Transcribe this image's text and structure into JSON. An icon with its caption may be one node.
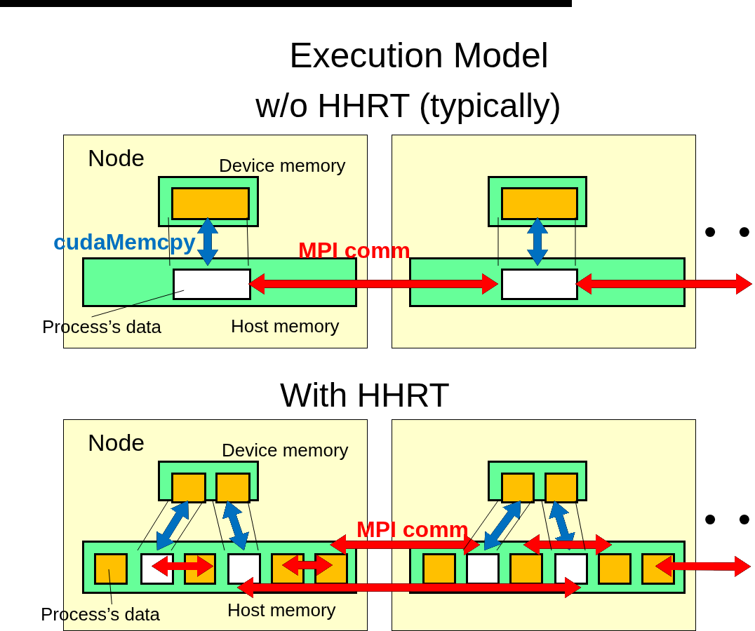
{
  "diagram": {
    "title": "Execution Model",
    "nodes": [
      {
        "text": [
          "Node"
        ]
      },
      {
        "text": [
          "Device memory"
        ],
        "in": 0
      },
      {
        "text": [],
        "shape": "box",
        "in": 1
      },
      {
        "text": [
          "Host memory"
        ],
        "in": 0
      },
      {
        "text": [],
        "shape": "box",
        "in": 3
      },
      {
        "text": [
          "Process’s data"
        ]
      },
      {
        "text": [],
        "shape": "box"
      },
      {
        "text": [],
        "shape": "box",
        "in": 6
      },
      {
        "text": [],
        "shape": "box",
        "in": 7
      },
      {
        "text": [],
        "shape": "box",
        "in": 6
      },
      {
        "text": [],
        "shape": "box",
        "in": 9
      },
      {
        "text": [
          "Node"
        ]
      },
      {
        "text": [
          "Device memory"
        ],
        "in": 11
      },
      {
        "text": [],
        "shape": "box",
        "in": 12
      },
      {
        "text": [],
        "shape": "box",
        "in": 12
      },
      {
        "text": [
          "Host memory"
        ],
        "in": 11
      },
      {
        "text": [],
        "shape": "box",
        "in": 15
      },
      {
        "text": [],
        "shape": "box",
        "in": 15
      },
      {
        "text": [],
        "shape": "box",
        "in": 15
      },
      {
        "text": [],
        "shape": "box",
        "in": 15
      },
      {
        "text": [],
        "shape": "box",
        "in": 15
      },
      {
        "text": [],
        "shape": "box",
        "in": 15
      },
      {
        "text": [
          "Process’s data"
        ]
      },
      {
        "text": [],
        "shape": "box"
      },
      {
        "text": [],
        "shape": "box",
        "in": 23
      },
      {
        "text": [],
        "shape": "box",
        "in": 24
      },
      {
        "text": [],
        "shape": "box",
        "in": 24
      },
      {
        "text": [],
        "shape": "box",
        "in": 23
      },
      {
        "text": [],
        "shape": "box",
        "in": 27
      },
      {
        "text": [],
        "shape": "box",
        "in": 27
      },
      {
        "text": [],
        "shape": "box",
        "in": 27
      },
      {
        "text": [],
        "shape": "box",
        "in": 27
      },
      {
        "text": [],
        "shape": "box",
        "in": 27
      },
      {
        "text": [],
        "shape": "box",
        "in": 27
      }
    ],
    "edges": [
      {
        "from": 2,
        "to": 4,
        "arrow": "both",
        "label": "cudaMemcpy",
        "style": "thick",
        "color": "#0070c0"
      },
      {
        "from": 4,
        "to": 10,
        "arrow": "both",
        "label": "MPI comm",
        "style": "thick",
        "color": "#ff0000"
      },
      {
        "from": 8,
        "to": 10,
        "arrow": "both",
        "style": "thick",
        "color": "#0070c0"
      },
      {
        "from": 10,
        "to": null,
        "arrow": "both",
        "style": "thick",
        "color": "#ff0000"
      },
      {
        "from": 2,
        "to": 4,
        "arrow": "none"
      },
      {
        "from": 2,
        "to": 4,
        "arrow": "none"
      },
      {
        "from": 8,
        "to": 10,
        "arrow": "none"
      },
      {
        "from": 8,
        "to": 10,
        "arrow": "none"
      },
      {
        "from": 5,
        "to": 4,
        "arrow": "none"
      },
      {
        "from": 13,
        "to": 17,
        "arrow": "both",
        "style": "thick",
        "color": "#0070c0"
      },
      {
        "from": 14,
        "to": 19,
        "arrow": "both",
        "style": "thick",
        "color": "#0070c0"
      },
      {
        "from": 17,
        "to": 18,
        "arrow": "both",
        "style": "thick",
        "color": "#ff0000"
      },
      {
        "from": 20,
        "to": 21,
        "arrow": "both",
        "style": "thick",
        "color": "#ff0000"
      },
      {
        "from": 21,
        "to": 29,
        "arrow": "both",
        "label": "MPI comm",
        "style": "thick",
        "color": "#ff0000"
      },
      {
        "from": 19,
        "to": 31,
        "arrow": "both",
        "style": "thick",
        "color": "#ff0000"
      },
      {
        "from": 25,
        "to": 29,
        "arrow": "both",
        "style": "thick",
        "color": "#0070c0"
      },
      {
        "from": 26,
        "to": 31,
        "arrow": "both",
        "style": "thick",
        "color": "#0070c0"
      },
      {
        "from": 30,
        "to": 32,
        "arrow": "both",
        "style": "thick",
        "color": "#ff0000"
      },
      {
        "from": 33,
        "to": null,
        "arrow": "both",
        "style": "thick",
        "color": "#ff0000"
      },
      {
        "from": 13,
        "to": 17,
        "arrow": "none"
      },
      {
        "from": 13,
        "to": 17,
        "arrow": "none"
      },
      {
        "from": 14,
        "to": 19,
        "arrow": "none"
      },
      {
        "from": 14,
        "to": 19,
        "arrow": "none"
      },
      {
        "from": 25,
        "to": 29,
        "arrow": "none"
      },
      {
        "from": 25,
        "to": 29,
        "arrow": "none"
      },
      {
        "from": 26,
        "to": 31,
        "arrow": "none"
      },
      {
        "from": 26,
        "to": 31,
        "arrow": "none"
      },
      {
        "from": 22,
        "to": 16,
        "arrow": "none"
      }
    ],
    "labels": [
      "w/o HHRT (typically)",
      "• •",
      "With HHRT",
      "• •"
    ]
  }
}
